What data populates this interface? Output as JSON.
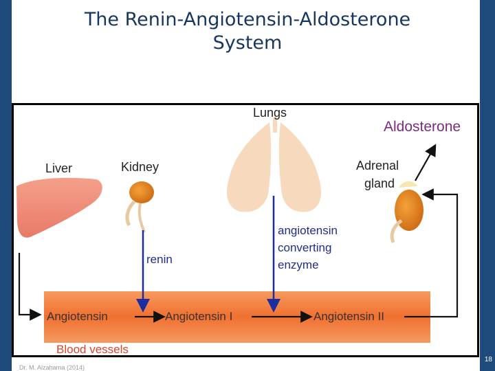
{
  "slide": {
    "title_line1": "The  Renin-Angiotensin-Aldosterone",
    "title_line2": "System",
    "footer": "Dr. M. Alzaharna (2014)",
    "page_number": "18",
    "colors": {
      "sidebar": "#1f4a7c",
      "title": "#16365f",
      "vessel": "#f37d3f",
      "arrow_blue": "#1a2ea0",
      "aldosterone": "#7a2b80",
      "blood_label": "#d9442a"
    }
  },
  "diagram": {
    "organs": {
      "lungs": "Lungs",
      "liver": "Liver",
      "kidney": "Kidney",
      "adrenal_line1": "Adrenal",
      "adrenal_line2": "gland"
    },
    "hormone": "Aldosterone",
    "enzymes": {
      "renin": "renin",
      "ace_line1": "angiotensin",
      "ace_line2": "converting",
      "ace_line3": "enzyme"
    },
    "pathway": {
      "step1": "Angiotensin",
      "step2": "Angiotensin I",
      "step3": "Angiotensin II"
    },
    "vessel_label": "Blood vessels"
  }
}
